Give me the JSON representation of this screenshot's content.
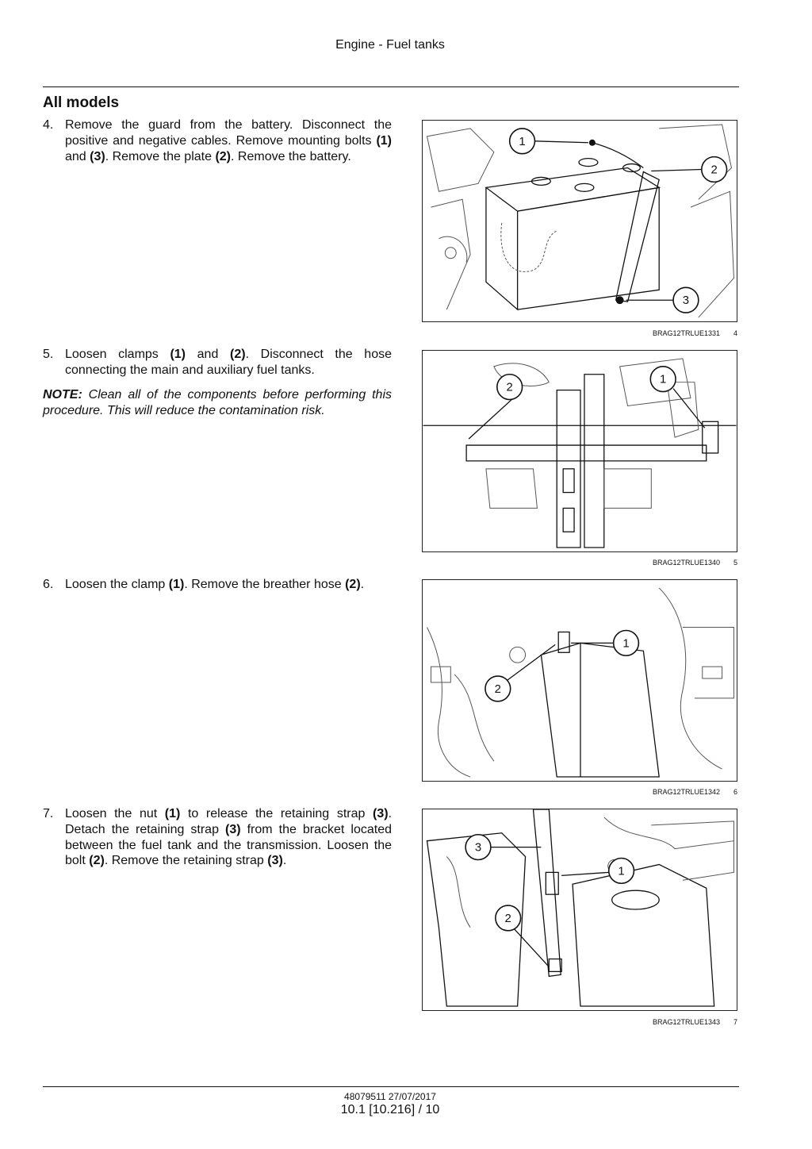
{
  "header": {
    "title": "Engine - Fuel tanks"
  },
  "section": {
    "title": "All models"
  },
  "steps": [
    {
      "num": "4.",
      "parts": [
        {
          "t": "Remove the guard from the battery.  Disconnect the positive and negative cables. Remove mounting bolts "
        },
        {
          "t": "(1)",
          "b": true
        },
        {
          "t": " and "
        },
        {
          "t": "(3)",
          "b": true
        },
        {
          "t": ". Remove the plate "
        },
        {
          "t": "(2)",
          "b": true
        },
        {
          "t": ". Remove the battery."
        }
      ]
    },
    {
      "num": "5.",
      "parts": [
        {
          "t": "Loosen clamps "
        },
        {
          "t": "(1)",
          "b": true
        },
        {
          "t": " and "
        },
        {
          "t": "(2)",
          "b": true
        },
        {
          "t": ".  Disconnect the hose connecting the main and auxiliary fuel tanks."
        }
      ]
    },
    {
      "num": "6.",
      "parts": [
        {
          "t": "Loosen the clamp "
        },
        {
          "t": "(1)",
          "b": true
        },
        {
          "t": ". Remove the breather hose "
        },
        {
          "t": "(2)",
          "b": true
        },
        {
          "t": "."
        }
      ]
    },
    {
      "num": "7.",
      "parts": [
        {
          "t": "Loosen the nut "
        },
        {
          "t": "(1)",
          "b": true
        },
        {
          "t": " to release the retaining strap "
        },
        {
          "t": "(3)",
          "b": true
        },
        {
          "t": ". Detach the retaining strap "
        },
        {
          "t": "(3)",
          "b": true
        },
        {
          "t": " from the bracket located between the fuel tank and the transmission.  Loosen the bolt "
        },
        {
          "t": "(2)",
          "b": true
        },
        {
          "t": ". Remove the retaining strap "
        },
        {
          "t": "(3)",
          "b": true
        },
        {
          "t": "."
        }
      ]
    }
  ],
  "note": {
    "label": "NOTE:",
    "text": " Clean all of the components before performing this procedure.  This will reduce the contamination risk."
  },
  "figures": [
    {
      "code": "BRAG12TRLUE1331",
      "num": "4",
      "callouts": [
        "1",
        "2",
        "3"
      ]
    },
    {
      "code": "BRAG12TRLUE1340",
      "num": "5",
      "callouts": [
        "2",
        "1"
      ]
    },
    {
      "code": "BRAG12TRLUE1342",
      "num": "6",
      "callouts": [
        "1",
        "2"
      ]
    },
    {
      "code": "BRAG12TRLUE1343",
      "num": "7",
      "callouts": [
        "3",
        "1",
        "2"
      ]
    }
  ],
  "footer": {
    "doc": "48079511 27/07/2017",
    "page": "10.1 [10.216] / 10"
  }
}
